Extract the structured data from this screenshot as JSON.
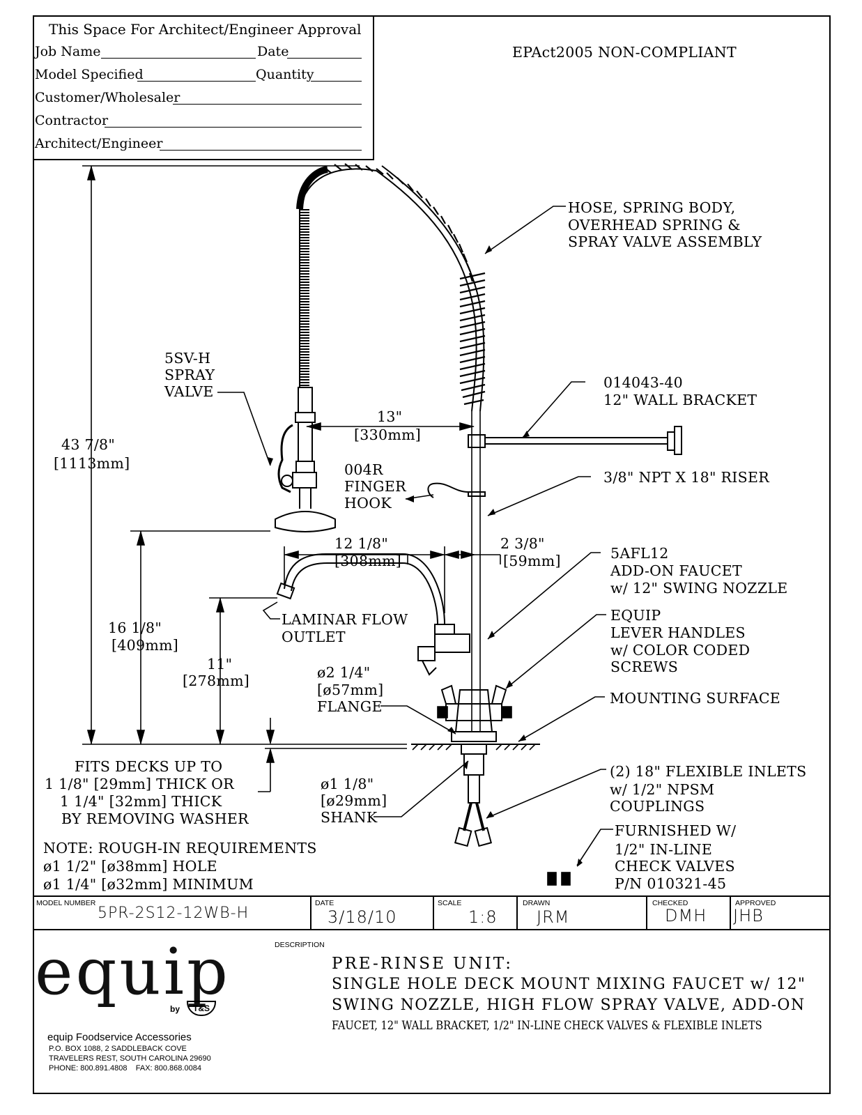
{
  "approval": {
    "title": "This Space For Architect/Engineer Approval",
    "job_name": "Job Name",
    "date": "Date",
    "model_specified": "Model Specified",
    "quantity": "Quantity",
    "customer": "Customer/Wholesaler",
    "contractor": "Contractor",
    "architect": "Architect/Engineer"
  },
  "compliance": "EPAct2005 NON-COMPLIANT",
  "callouts": {
    "hose_1": "HOSE, SPRING BODY,",
    "hose_2": "OVERHEAD SPRING &",
    "hose_3": "SPRAY VALVE ASSEMBLY",
    "bracket_1": "014043-40",
    "bracket_2": "12\" WALL BRACKET",
    "riser": "3/8\" NPT X 18\" RISER",
    "faucet_1": "5AFL12",
    "faucet_2": "ADD-ON FAUCET",
    "faucet_3": "w/ 12\" SWING NOZZLE",
    "lever_1": "EQUIP",
    "lever_2": "LEVER HANDLES",
    "lever_3": "w/ COLOR CODED",
    "lever_4": "SCREWS",
    "mounting": "MOUNTING SURFACE",
    "inlets_1": "(2) 18\" FLEXIBLE INLETS",
    "inlets_2": "w/ 1/2\" NPSM",
    "inlets_3": "COUPLINGS",
    "check_1": "FURNISHED W/",
    "check_2": "1/2\" IN-LINE",
    "check_3": "CHECK VALVES",
    "check_4": "P/N 010321-45",
    "spray_1": "5SV-H",
    "spray_2": "SPRAY",
    "spray_3": "VALVE",
    "hook_1": "004R",
    "hook_2": "FINGER",
    "hook_3": "HOOK",
    "laminar_1": "LAMINAR FLOW",
    "laminar_2": "OUTLET",
    "flange_1": "ø2 1/4\"",
    "flange_2": "[ø57mm]",
    "flange_3": "FLANGE",
    "shank_1": "ø1 1/8\"",
    "shank_2": "[ø29mm]",
    "shank_3": "SHANK"
  },
  "dimensions": {
    "overall_in": "43 7/8\"",
    "overall_mm": "[1113mm]",
    "reach_in": "13\"",
    "reach_mm": "[330mm]",
    "spout_in": "12 1/8\"",
    "spout_mm": "[308mm]",
    "offset_in": "2 3/8\"",
    "offset_mm": "[59mm]",
    "valve_in": "16 1/8\"",
    "valve_mm": "[409mm]",
    "outlet_in": "11\"",
    "outlet_mm": "[278mm]"
  },
  "deck_note": {
    "l1": "FITS DECKS UP TO",
    "l2": "1 1/8\" [29mm] THICK OR",
    "l3": "1 1/4\" [32mm] THICK",
    "l4": "BY REMOVING WASHER"
  },
  "rough_note": {
    "l1": "NOTE: ROUGH-IN REQUIREMENTS",
    "l2": "ø1 1/2\" [ø38mm] HOLE",
    "l3": "ø1 1/4\" [ø32mm] MINIMUM"
  },
  "title_block": {
    "model_label": "MODEL NUMBER",
    "model": "5PR-2S12-12WB-H",
    "date_label": "DATE",
    "date": "3/18/10",
    "scale_label": "SCALE",
    "scale": "1:8",
    "drawn_label": "DRAWN",
    "drawn": "JRM",
    "checked_label": "CHECKED",
    "checked": "DMH",
    "approved_label": "APPROVED",
    "approved": "JHB",
    "description_label": "DESCRIPTION",
    "desc_1": "PRE-RINSE UNIT:",
    "desc_2": "SINGLE HOLE DECK MOUNT MIXING FAUCET w/ 12\"",
    "desc_3": "SWING NOZZLE, HIGH FLOW SPRAY VALVE, ADD-ON",
    "desc_4": "FAUCET, 12\" WALL BRACKET, 1/2\" IN-LINE CHECK VALVES & FLEXIBLE INLETS"
  },
  "company": {
    "logo": "equip",
    "by": "by",
    "ts": "T&S",
    "name": "equip Foodservice Accessories",
    "addr_1": "P.O. BOX 1088, 2 SADDLEBACK COVE",
    "addr_2": "TRAVELERS REST, SOUTH CAROLINA 29690",
    "phone": "PHONE: 800.891.4808    FAX: 800.868.0084"
  }
}
